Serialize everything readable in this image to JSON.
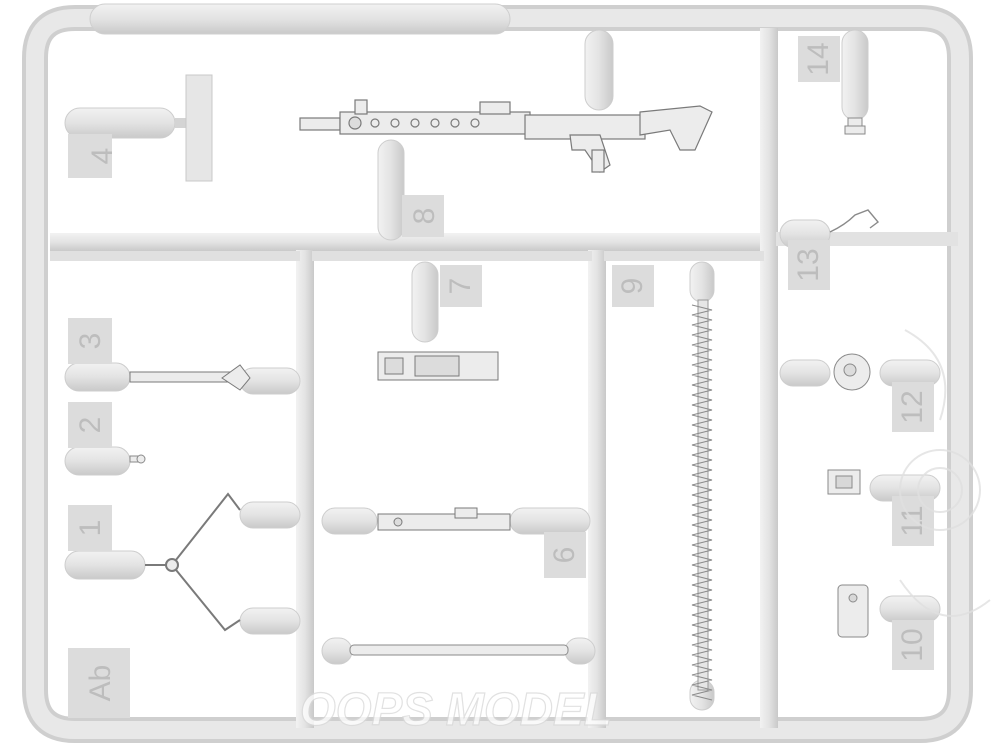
{
  "labels": {
    "p1": "1",
    "p2": "2",
    "p3": "3",
    "p4": "4",
    "p6": "6",
    "p7": "7",
    "p8": "8",
    "p9": "9",
    "p10": "10",
    "p11": "11",
    "p12": "12",
    "p13": "13",
    "p14": "14",
    "sprue": "Ab"
  },
  "watermark": "OOPS MODEL",
  "colors": {
    "plastic": "#e6e6e6",
    "plastic_dark": "#cfcfcf",
    "background": "#ffffff"
  }
}
